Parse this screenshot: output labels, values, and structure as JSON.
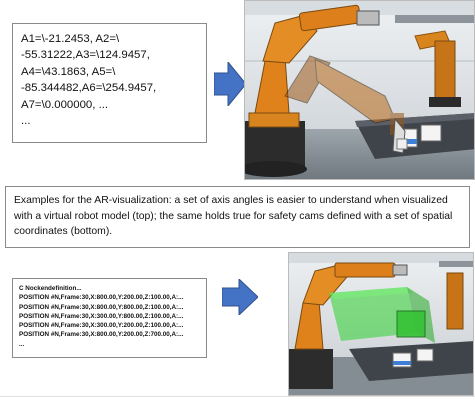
{
  "top_coordinates": {
    "lines": [
      "A1=\\-21.2453, A2=\\",
      "-55.31222,A3=\\124.9457,",
      "A4=\\43.1863, A5=\\",
      "-85.344482,A6=\\254.9457,",
      "A7=\\0.000000, ...",
      "..."
    ]
  },
  "bottom_code": {
    "lines": [
      "C Nockendefinition...",
      "POSITION #N,Frame:30,X:800.00,Y:200.00,Z:100.00,A:...",
      "POSITION #N,Frame:30,X:800.00,Y:800.00,Z:100.00,A:...",
      "POSITION #N,Frame:30,X:300.00,Y:800.00,Z:100.00,A:...",
      "POSITION #N,Frame:30,X:300.00,Y:200.00,Z:100.00,A:...",
      "POSITION #N,Frame:30,X:800.00,Y:200.00,Z:700.00,A:...",
      "..."
    ]
  },
  "caption": {
    "text": "Examples for the AR-visualization: a set of axis angles is easier to understand when visualized with a virtual robot model (top); the same holds true for safety cams defined with a set of spatial coordinates (bottom)."
  },
  "colors": {
    "arrow": "#4472c4",
    "robot_orange": "#e0821c",
    "safety_zone_green": "#2ed12e"
  },
  "icons": {
    "arrow": "right-arrow-icon"
  }
}
